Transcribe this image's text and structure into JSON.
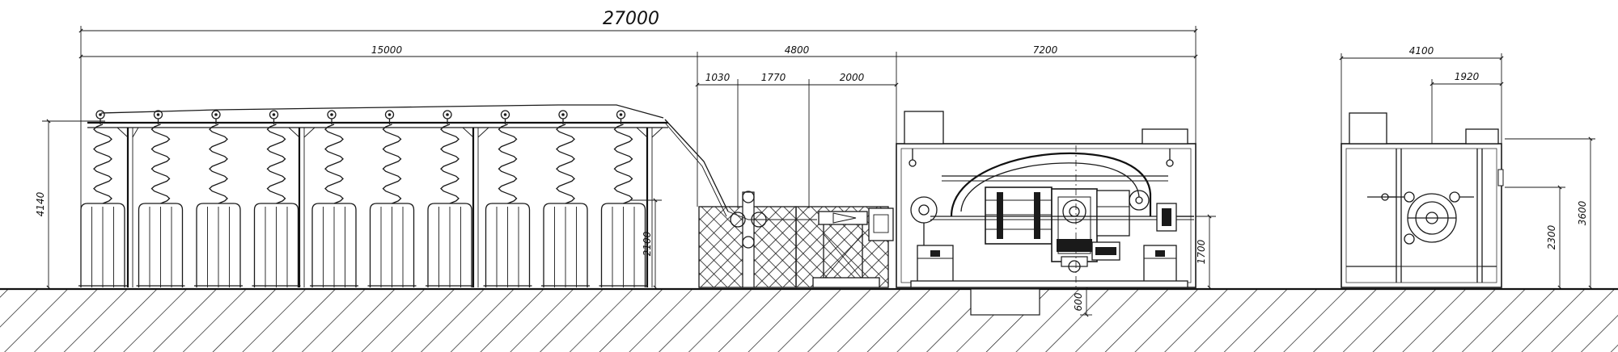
{
  "dimensions": {
    "overall_length": "27000",
    "pay_off_section": "15000",
    "middle_section": "4800",
    "machine_section": "7200",
    "sub_1": "1030",
    "sub_2": "1770",
    "sub_3": "2000",
    "creel_height": "4140",
    "payoff_level": "2100",
    "machine_axis_height": "1700",
    "pit_depth": "600",
    "takeup_width": "4100",
    "takeup_offset": "1920",
    "takeup_axis_height": "2300",
    "takeup_height": "3600"
  },
  "drawing": {
    "bobbin_count": 10,
    "ground": "hatched",
    "line_color": "#1a1a1a",
    "background": "#ffffff"
  }
}
